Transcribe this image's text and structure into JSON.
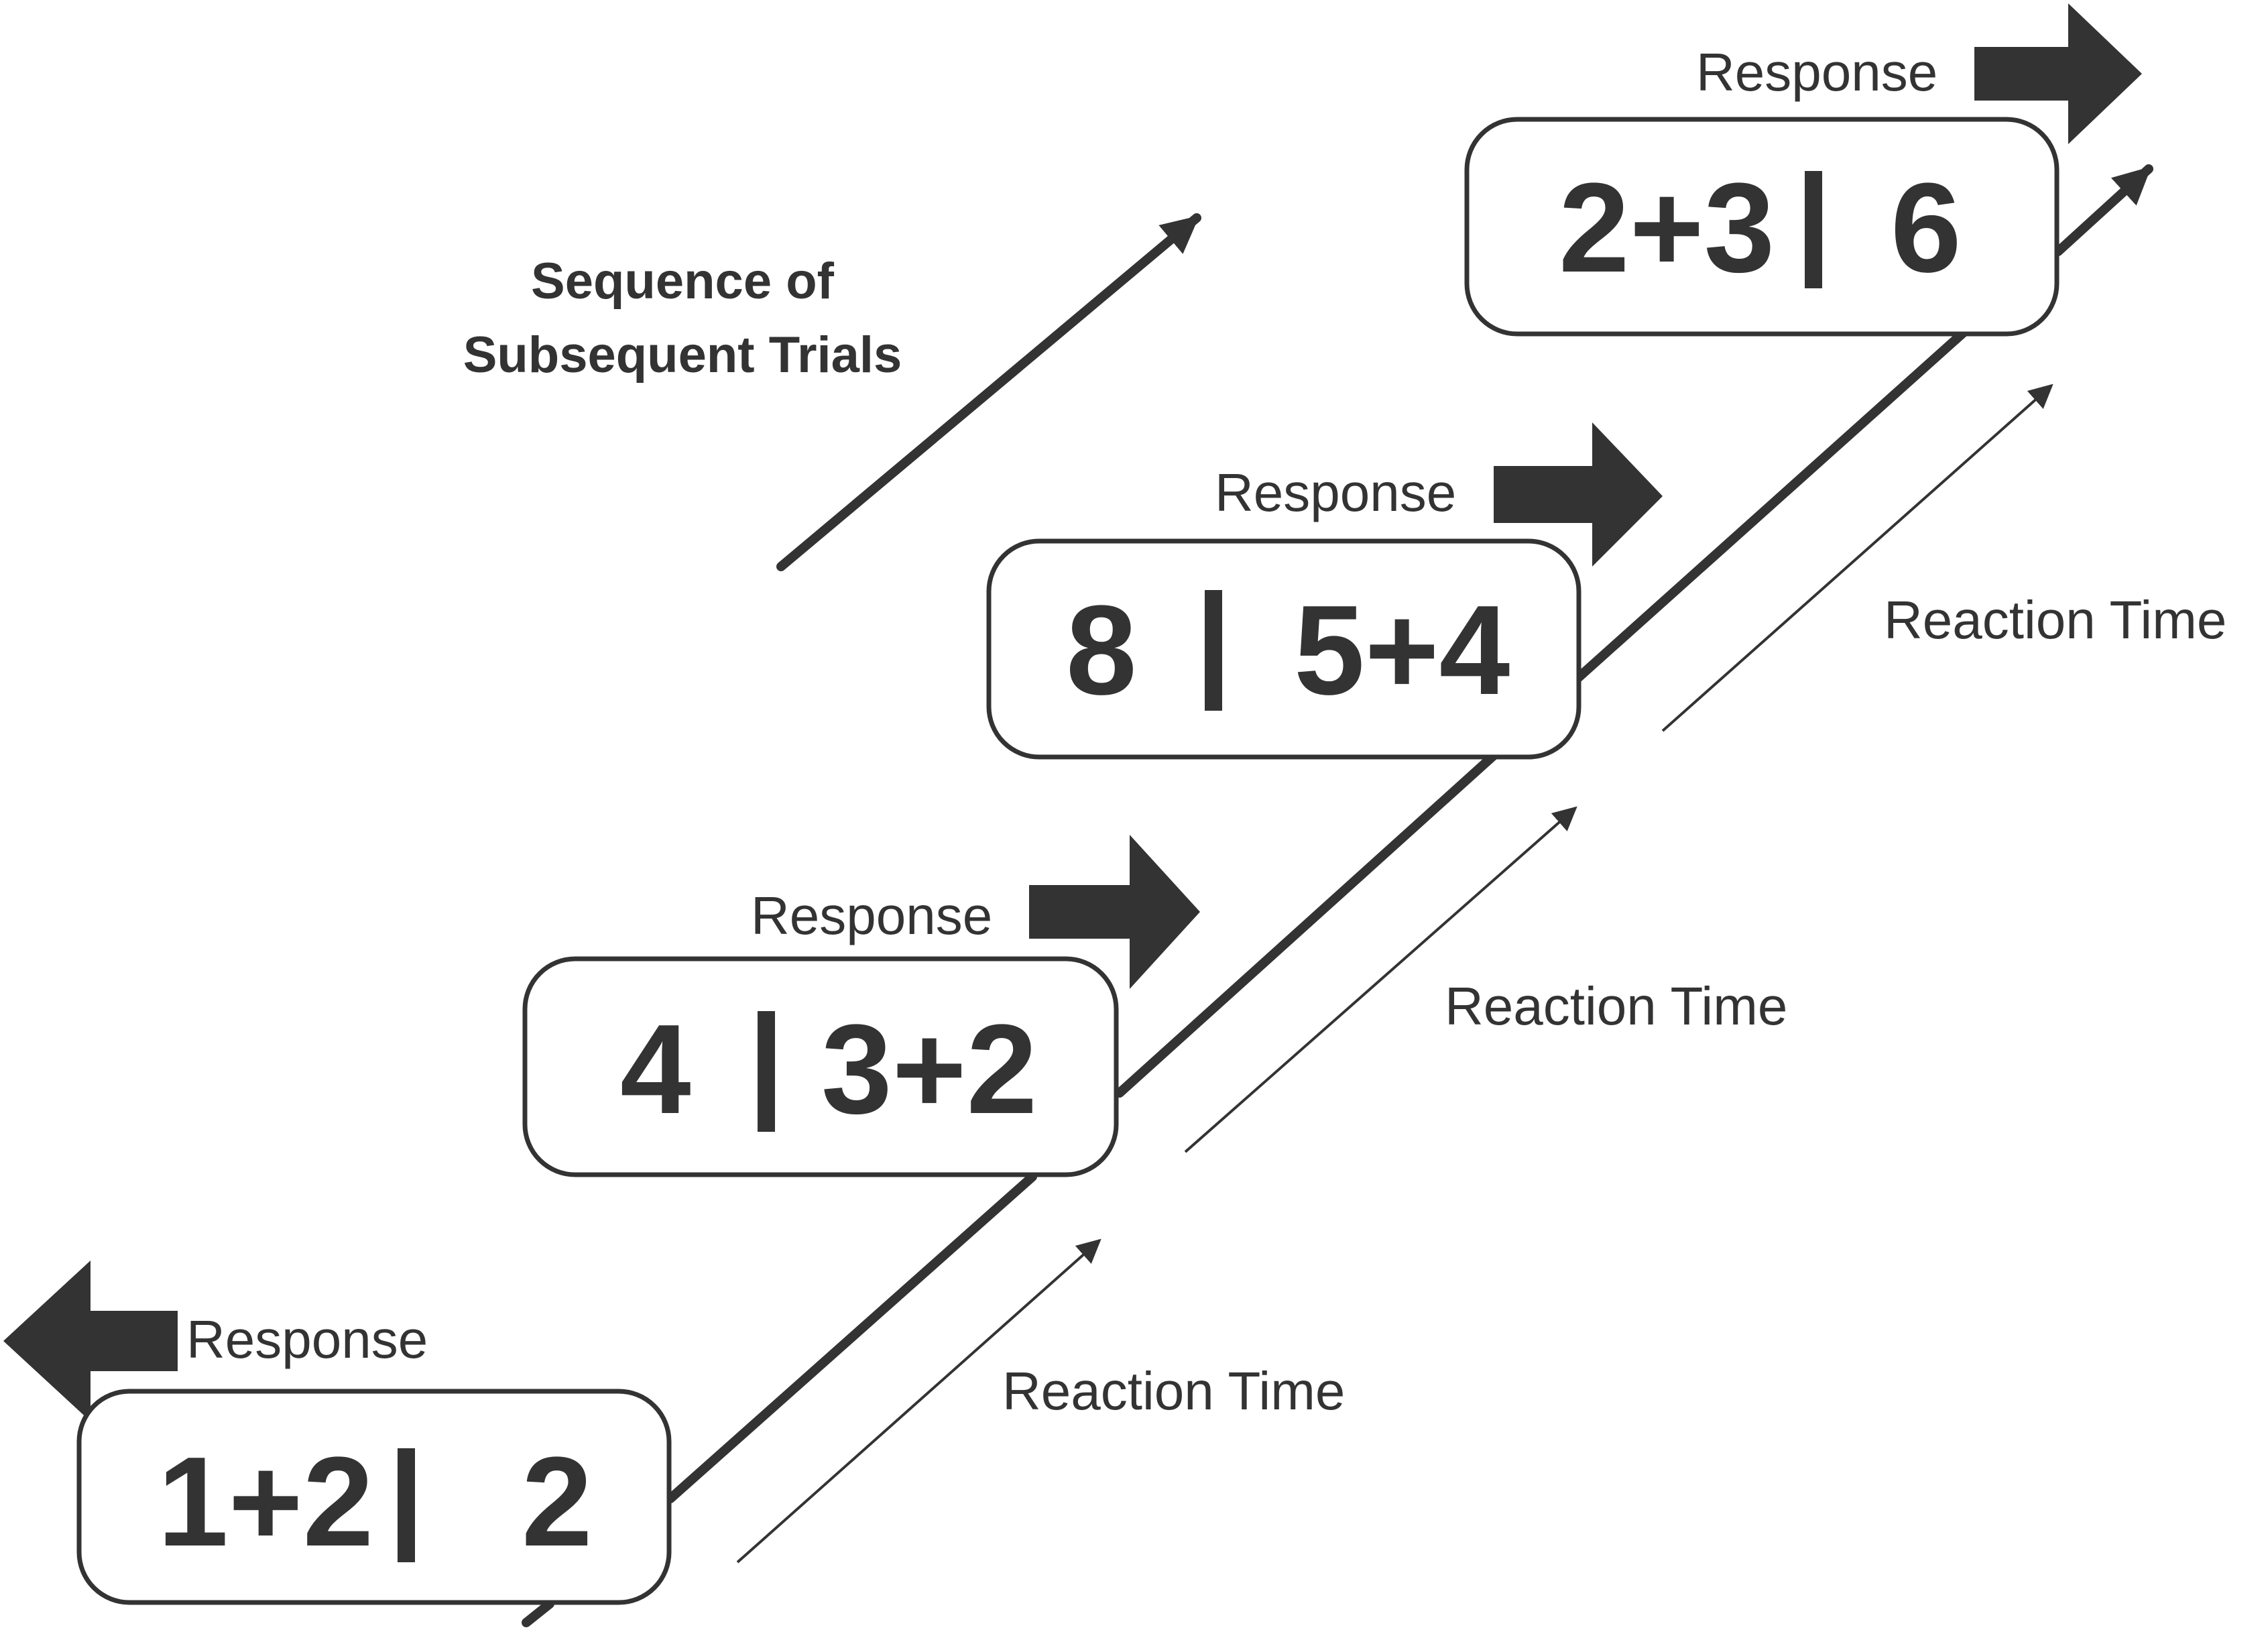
{
  "title": {
    "line1": "Sequence of",
    "line2": "Subsequent Trials"
  },
  "trials": [
    {
      "left": "1+2",
      "right": "2",
      "response_label": "Response",
      "response_direction": "left",
      "reaction_label": "Reaction Time"
    },
    {
      "left": "4",
      "right": "3+2",
      "response_label": "Response",
      "response_direction": "right",
      "reaction_label": "Reaction Time"
    },
    {
      "left": "8",
      "right": "5+4",
      "response_label": "Response",
      "response_direction": "right",
      "reaction_label": "Reaction Time"
    },
    {
      "left": "2+3",
      "right": "6",
      "response_label": "Response",
      "response_direction": "right"
    }
  ],
  "colors": {
    "ink": "#333333",
    "background": "#ffffff"
  }
}
